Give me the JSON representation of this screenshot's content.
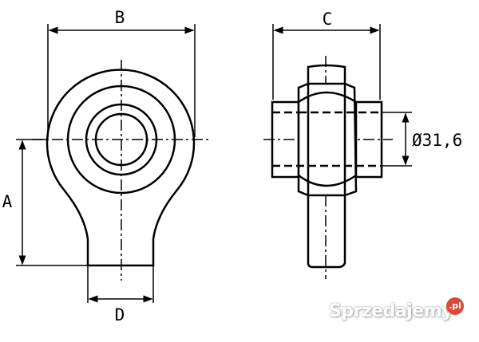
{
  "labels": {
    "A": "A",
    "B": "B",
    "C": "C",
    "D": "D",
    "diameter": "Ø31,6"
  },
  "watermark": {
    "text": "Sprzedajemy",
    "badge": ".pl",
    "badge_color": "#d94a3c"
  }
}
